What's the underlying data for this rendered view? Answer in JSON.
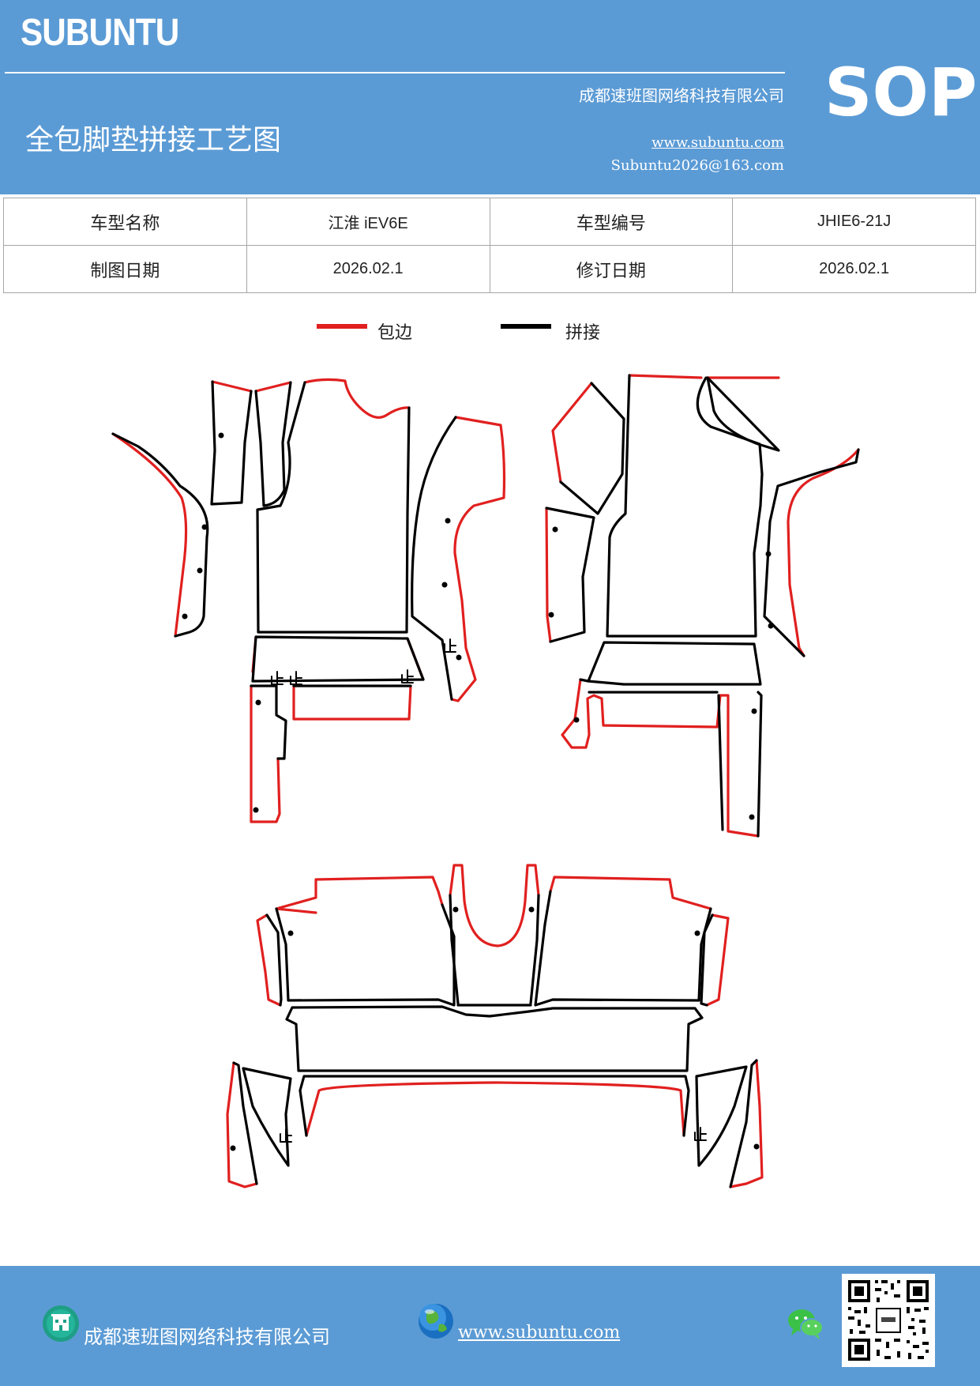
{
  "header": {
    "brand": "SUBUNTU",
    "company": "成都速班图网络科技有限公司",
    "title": "全包脚垫拼接工艺图",
    "website": "www.subuntu.com",
    "email": "Subuntu2026@163.com",
    "badge": "SOP"
  },
  "info_table": {
    "model_name_label": "车型名称",
    "model_name_value": "江淮 iEV6E",
    "model_code_label": "车型编号",
    "model_code_value": "JHIE6-21J",
    "draw_date_label": "制图日期",
    "draw_date_value": "2026.02.1",
    "revise_date_label": "修订日期",
    "revise_date_value": "2026.02.1"
  },
  "legend": {
    "edge_label": "包边",
    "edge_color": "#e0201f",
    "join_label": "拼接",
    "join_color": "#000000"
  },
  "footer": {
    "company": "成都速班图网络科技有限公司",
    "website": "www.subuntu.com",
    "company_icon": "building-icon",
    "website_icon": "globe-icon",
    "wechat_icon": "wechat-icon",
    "qr_icon": "qr-code-icon"
  }
}
